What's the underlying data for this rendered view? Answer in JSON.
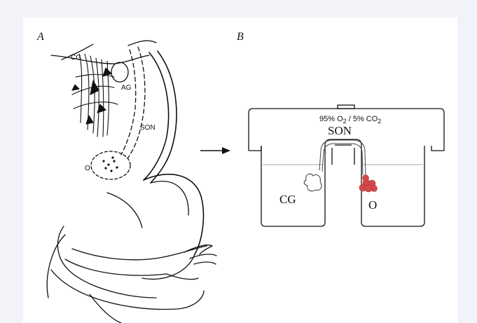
{
  "panel_a": {
    "label": "A",
    "labels": {
      "cg": "CG",
      "ag": "AG",
      "son": "SON",
      "o": "O"
    }
  },
  "panel_b": {
    "label": "B",
    "gas": {
      "part1": "95% O",
      "sub1": "2",
      "part2": " / 5% CO",
      "sub2": "2"
    },
    "labels": {
      "son": "SON",
      "cg": "CG",
      "o": "O"
    }
  },
  "colors": {
    "ink": "#111111",
    "organ": "#d44a4a",
    "page": "#f2f3f8"
  }
}
